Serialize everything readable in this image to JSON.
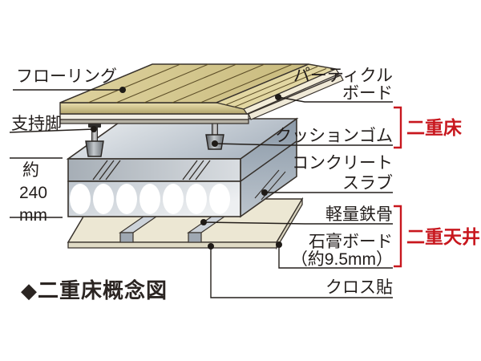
{
  "diagram": {
    "caption": "◆二重床概念図",
    "labels": {
      "flooring": "フローリング",
      "support_leg": "支持脚",
      "dim_approx": "約",
      "dim_value": "240",
      "dim_unit": "mm",
      "particle_board_1": "パーティクル",
      "particle_board_2": "ボード",
      "cushion_rubber": "クッションゴム",
      "concrete_slab_1": "コンクリート",
      "concrete_slab_2": "スラブ",
      "light_gauge_steel": "軽量鉄骨",
      "gypsum_board_1": "石膏ボード",
      "gypsum_board_2": "（約9.5mm）",
      "cloth_finish": "クロス貼"
    },
    "groups": {
      "double_floor": "二重床",
      "double_ceiling": "二重天井"
    },
    "colors": {
      "accent_red": "#c8171e",
      "line_black": "#241f1b",
      "wood_tan": "#d5c88f",
      "slab_gray": "#b3bdc7",
      "board_cream": "#ece7d3"
    }
  }
}
